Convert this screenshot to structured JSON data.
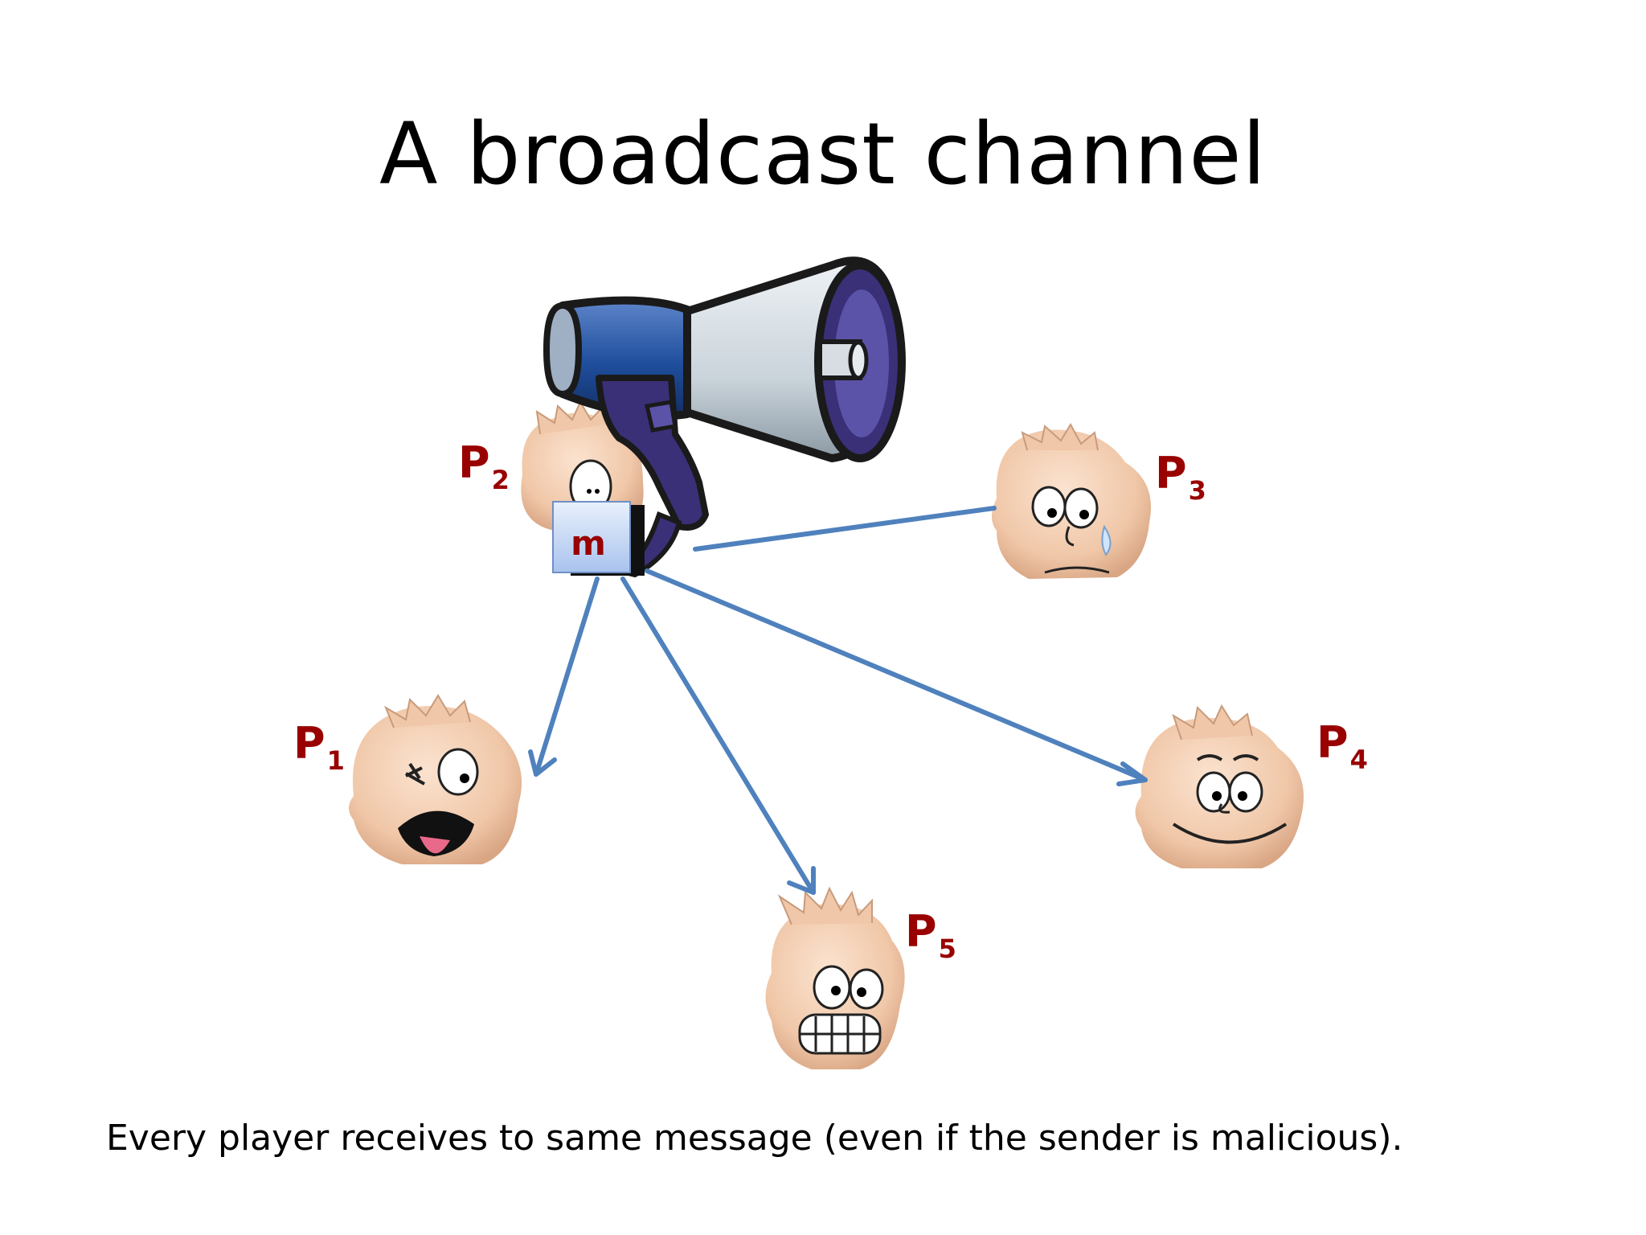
{
  "slide": {
    "title": "A broadcast channel",
    "caption": "Every player receives to same message (even if the sender is malicious)."
  },
  "message": {
    "label": "m"
  },
  "players": [
    {
      "id": "p1",
      "letter": "P",
      "sub": "1"
    },
    {
      "id": "p2",
      "letter": "P",
      "sub": "2"
    },
    {
      "id": "p3",
      "letter": "P",
      "sub": "3"
    },
    {
      "id": "p4",
      "letter": "P",
      "sub": "4"
    },
    {
      "id": "p5",
      "letter": "P",
      "sub": "5"
    }
  ],
  "colors": {
    "arrow": "#4f81bd",
    "label": "#990000",
    "megaphone_blue": "#1f4e9c",
    "megaphone_purple": "#3a3078",
    "skin": "#f3cdb0"
  }
}
